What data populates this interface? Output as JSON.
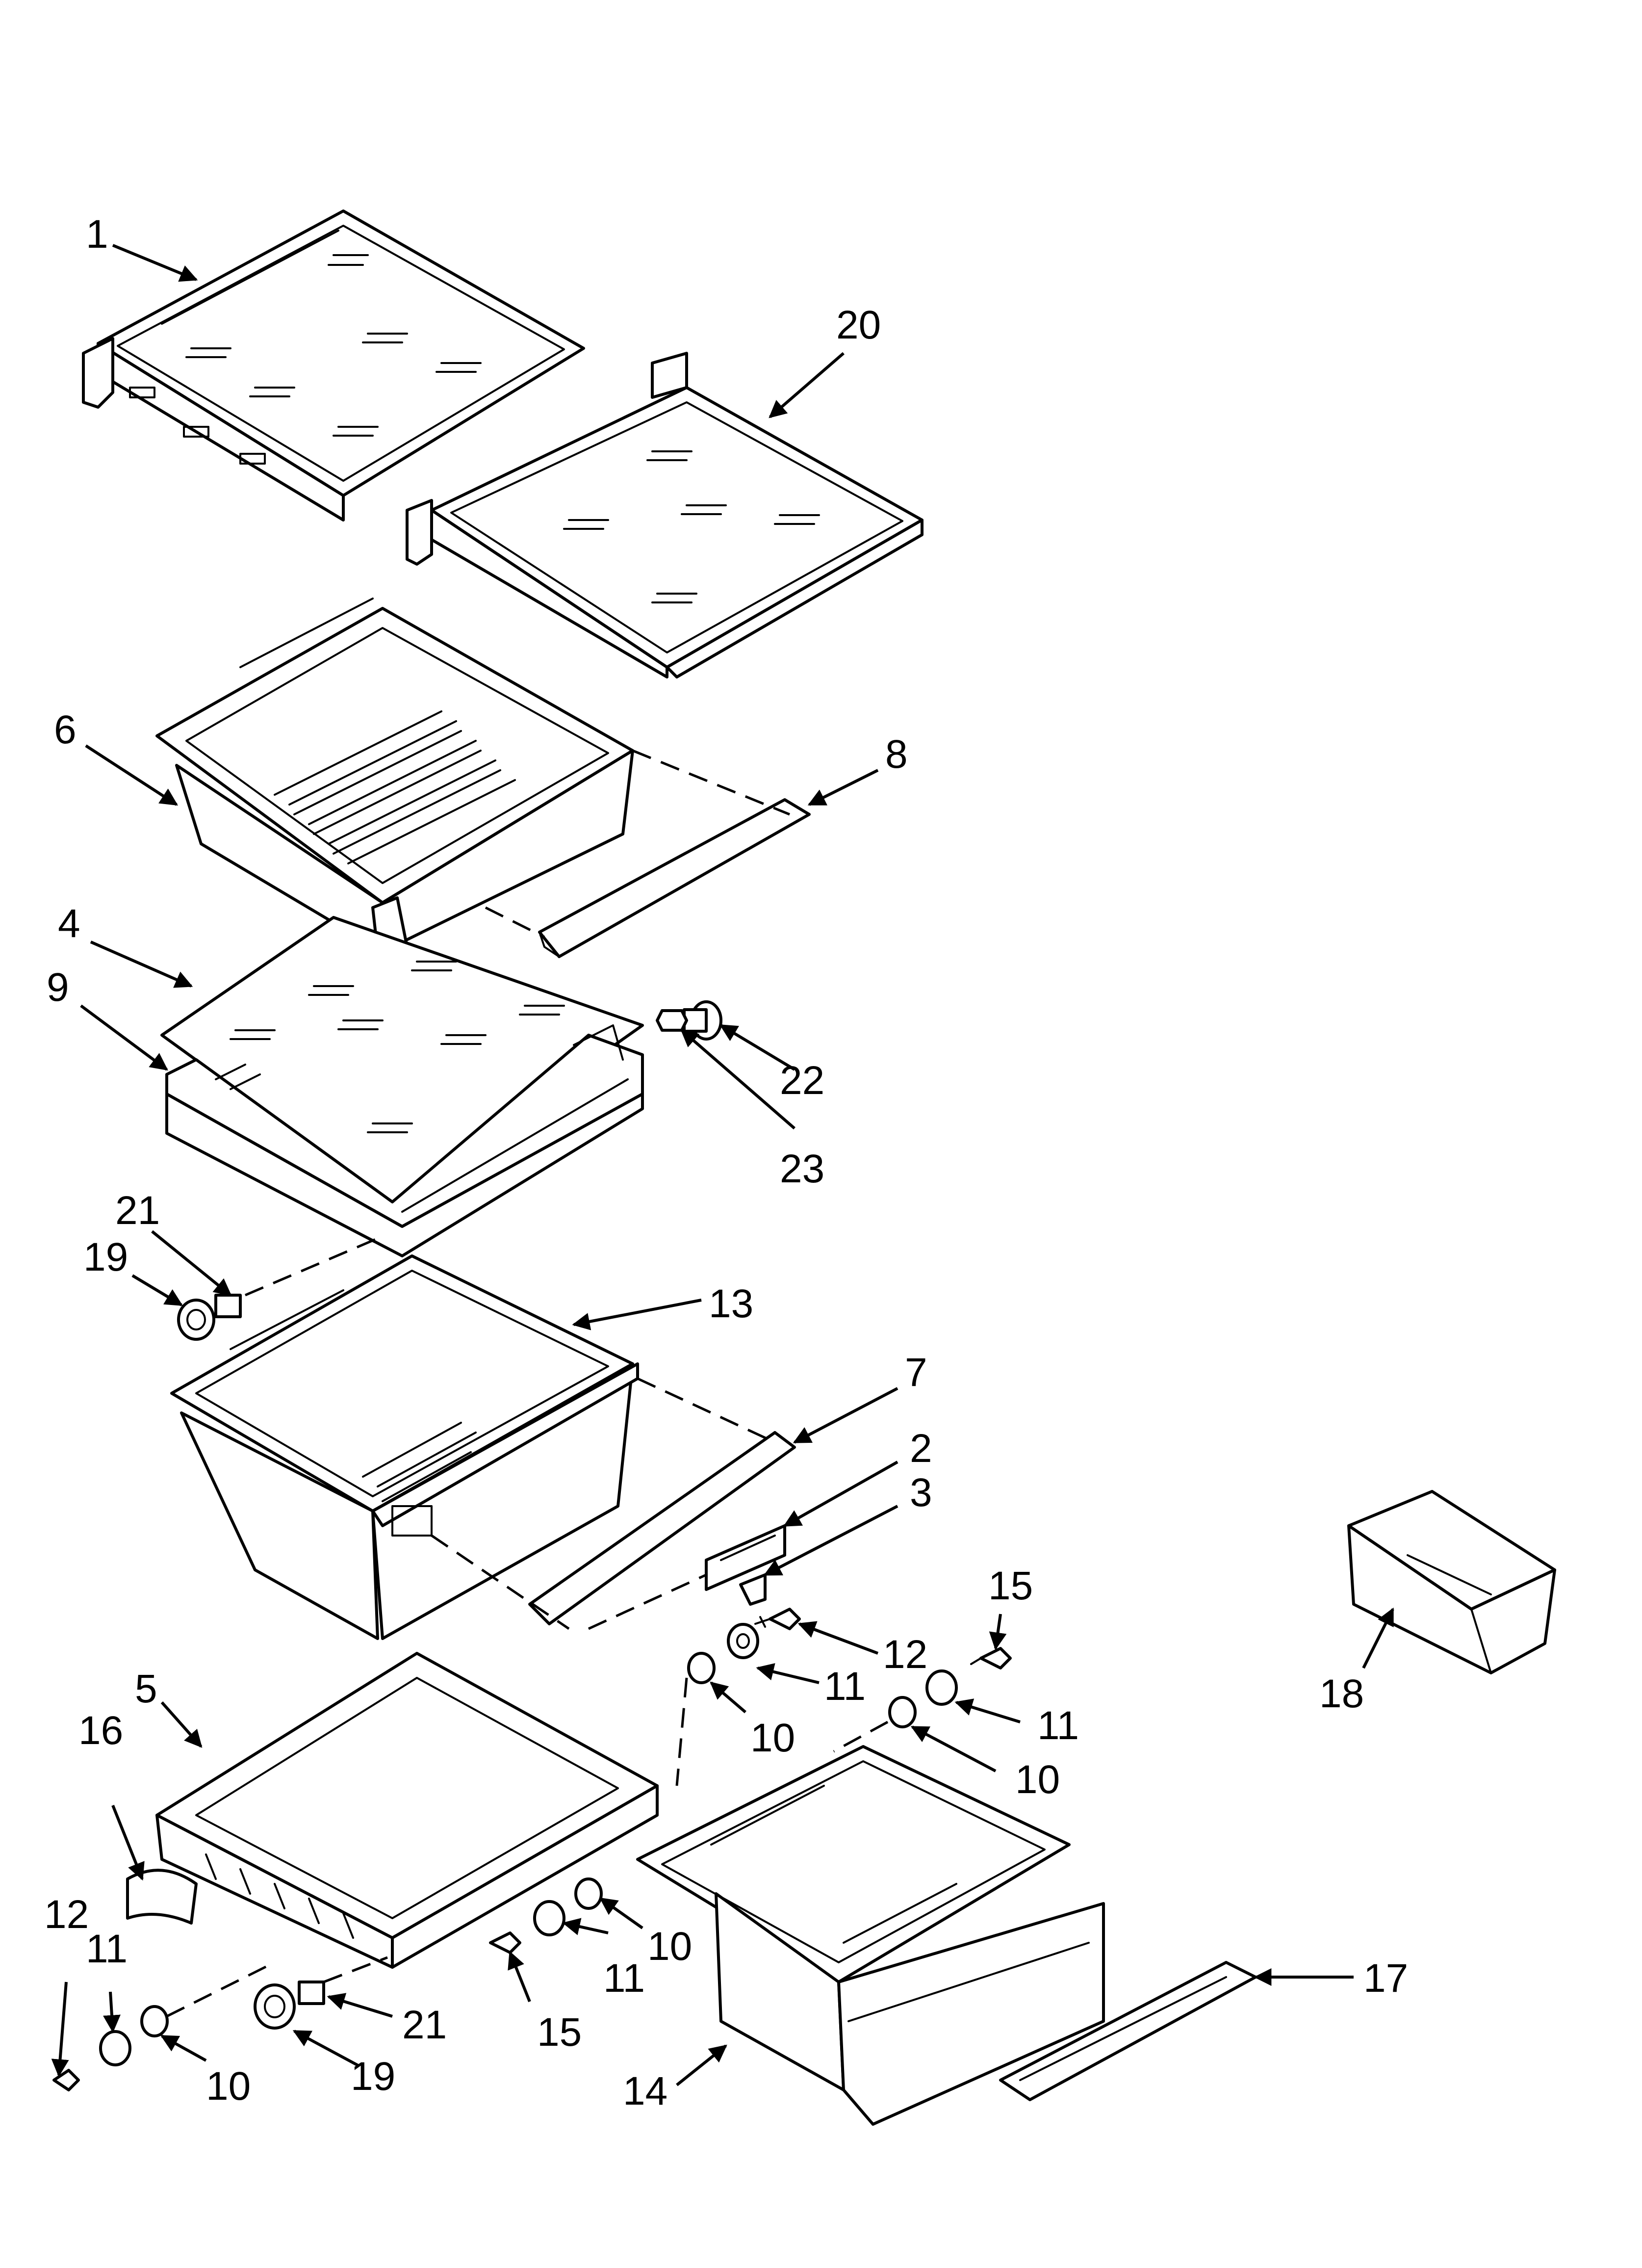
{
  "callouts": [
    {
      "id": "c1",
      "text": "1"
    },
    {
      "id": "c20",
      "text": "20"
    },
    {
      "id": "c6",
      "text": "6"
    },
    {
      "id": "c8",
      "text": "8"
    },
    {
      "id": "c4",
      "text": "4"
    },
    {
      "id": "c9",
      "text": "9"
    },
    {
      "id": "c22",
      "text": "22"
    },
    {
      "id": "c23",
      "text": "23"
    },
    {
      "id": "c21a",
      "text": "21"
    },
    {
      "id": "c19a",
      "text": "19"
    },
    {
      "id": "c13",
      "text": "13"
    },
    {
      "id": "c7",
      "text": "7"
    },
    {
      "id": "c2",
      "text": "2"
    },
    {
      "id": "c3",
      "text": "3"
    },
    {
      "id": "c15a",
      "text": "15"
    },
    {
      "id": "c12a",
      "text": "12"
    },
    {
      "id": "c11a",
      "text": "11"
    },
    {
      "id": "c11b",
      "text": "11"
    },
    {
      "id": "c10a",
      "text": "10"
    },
    {
      "id": "c10b",
      "text": "10"
    },
    {
      "id": "c18",
      "text": "18"
    },
    {
      "id": "c5",
      "text": "5"
    },
    {
      "id": "c16",
      "text": "16"
    },
    {
      "id": "c12b",
      "text": "12"
    },
    {
      "id": "c11c",
      "text": "11"
    },
    {
      "id": "c10c",
      "text": "10"
    },
    {
      "id": "c11d",
      "text": "11"
    },
    {
      "id": "c10d",
      "text": "10"
    },
    {
      "id": "c15b",
      "text": "15"
    },
    {
      "id": "c21b",
      "text": "21"
    },
    {
      "id": "c19b",
      "text": "19"
    },
    {
      "id": "c14",
      "text": "14"
    },
    {
      "id": "c17",
      "text": "17"
    }
  ]
}
